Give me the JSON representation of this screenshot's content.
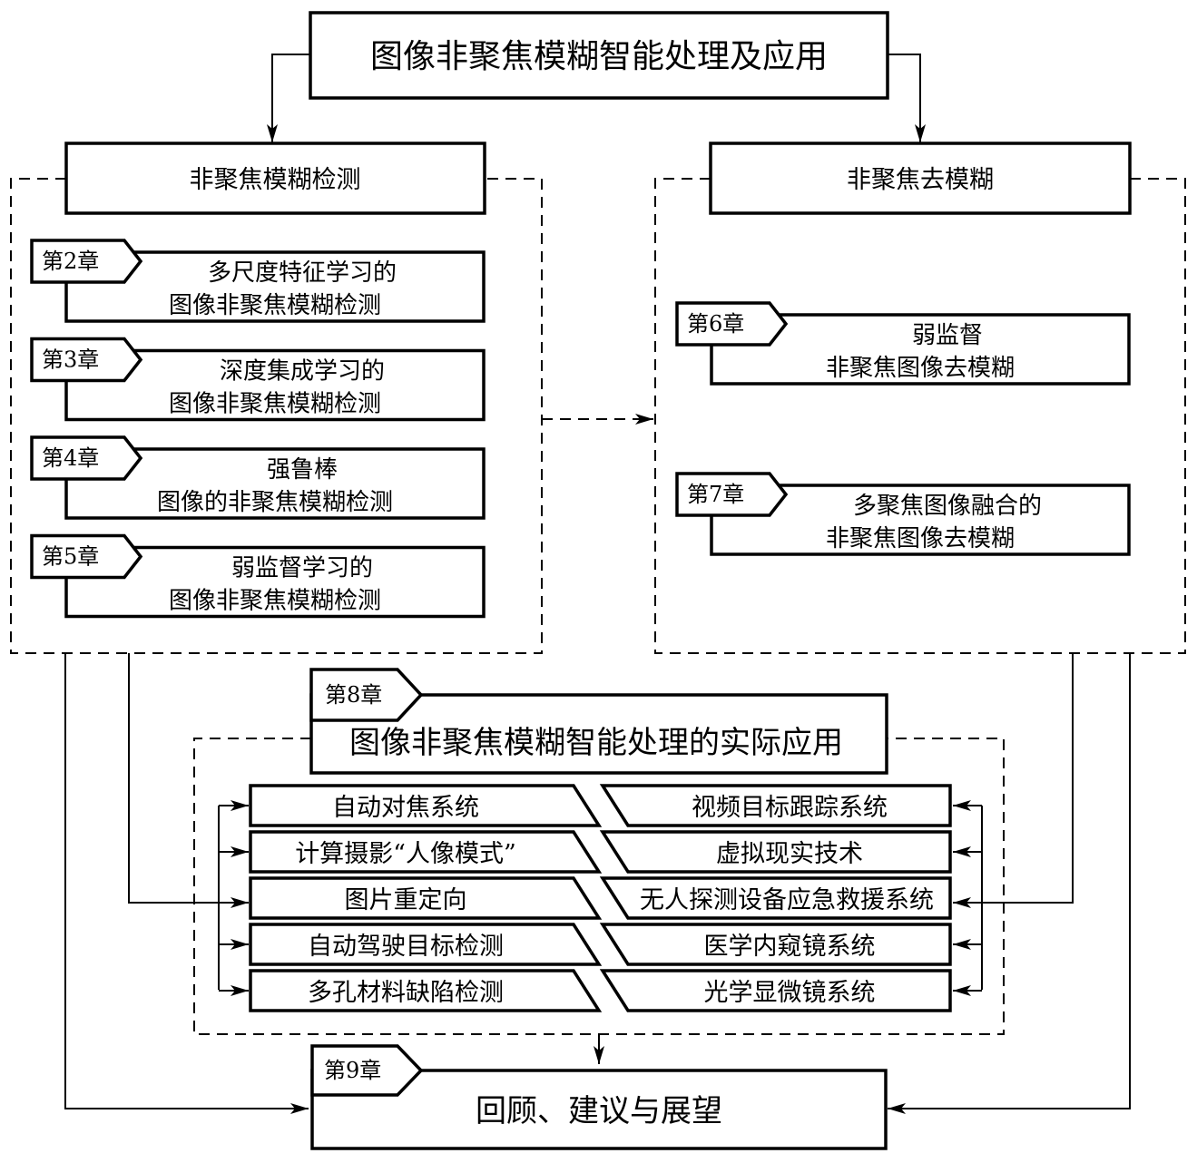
{
  "diagram": {
    "root_title": "图像非聚焦模糊智能处理及应用",
    "detection_section": {
      "title": "非聚焦模糊检测",
      "chapters": [
        {
          "tag": "第2章",
          "line1": "多尺度特征学习的",
          "line2": "图像非聚焦模糊检测"
        },
        {
          "tag": "第3章",
          "line1": "深度集成学习的",
          "line2": "图像非聚焦模糊检测"
        },
        {
          "tag": "第4章",
          "line1": "强鲁棒",
          "line2": "图像的非聚焦模糊检测"
        },
        {
          "tag": "第5章",
          "line1": "弱监督学习的",
          "line2": "图像非聚焦模糊检测"
        }
      ]
    },
    "deblur_section": {
      "title": "非聚焦去模糊",
      "chapters": [
        {
          "tag": "第6章",
          "line1": "弱监督",
          "line2": "非聚焦图像去模糊"
        },
        {
          "tag": "第7章",
          "line1": "多聚焦图像融合的",
          "line2": "非聚焦图像去模糊"
        }
      ]
    },
    "application_section": {
      "tag": "第8章",
      "title": "图像非聚焦模糊智能处理的实际应用",
      "left_apps": [
        "自动对焦系统",
        "计算摄影“人像模式”",
        "图片重定向",
        "自动驾驶目标检测",
        "多孔材料缺陷检测"
      ],
      "right_apps": [
        "视频目标跟踪系统",
        "虚拟现实技术",
        "无人探测设备应急救援系统",
        "医学内窥镜系统",
        "光学显微镜系统"
      ]
    },
    "conclusion": {
      "tag": "第9章",
      "title": "回顾、建议与展望"
    }
  }
}
